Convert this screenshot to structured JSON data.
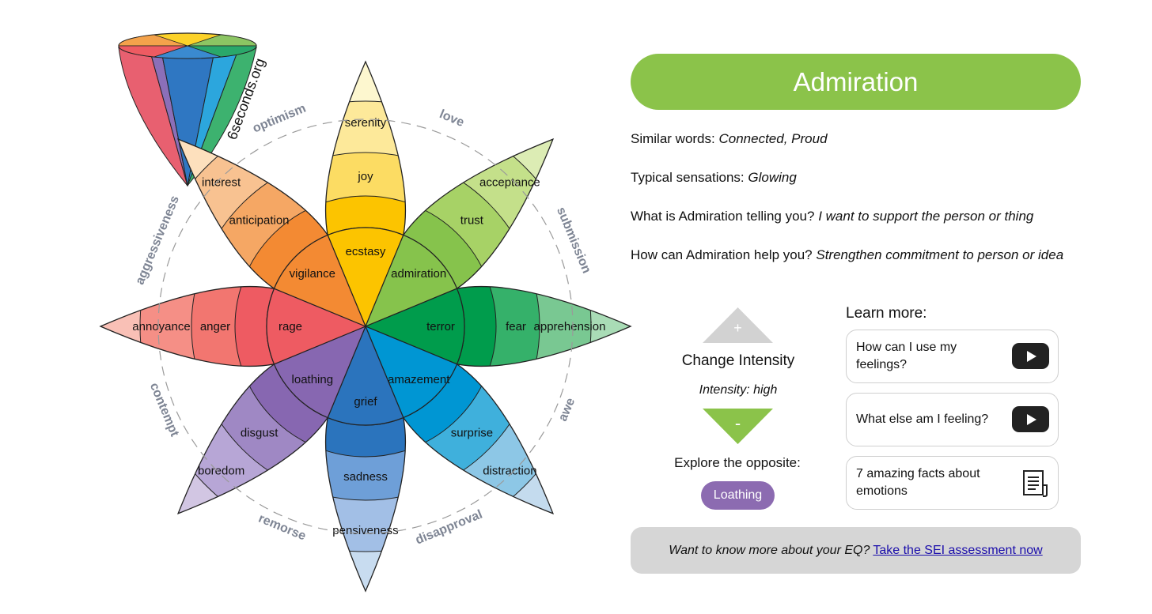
{
  "wheel": {
    "brand": "6seconds.org",
    "petals": [
      {
        "id": "yellow",
        "outer": "serenity",
        "mid": "joy",
        "inner": "ecstasy",
        "colors": [
          "#fdf7cf",
          "#fde99a",
          "#fcdc63",
          "#fcc400"
        ]
      },
      {
        "id": "lightgreen",
        "outer": "acceptance",
        "mid": "trust",
        "inner": "admiration",
        "colors": [
          "#dcecb4",
          "#c4e08a",
          "#a7d266",
          "#86c34c"
        ]
      },
      {
        "id": "green",
        "outer": "apprehension",
        "mid": "fear",
        "inner": "terror",
        "colors": [
          "#a9dcb6",
          "#79c892",
          "#35b16a",
          "#009c4c"
        ]
      },
      {
        "id": "blue",
        "outer": "distraction",
        "mid": "surprise",
        "inner": "amazement",
        "colors": [
          "#c4dbee",
          "#8dc7e6",
          "#3fb0dc",
          "#0096d3"
        ]
      },
      {
        "id": "darkblue",
        "outer": "pensiveness",
        "mid": "sadness",
        "inner": "grief",
        "colors": [
          "#c8dcf0",
          "#a2bfe6",
          "#6e9fd8",
          "#2b74bd"
        ]
      },
      {
        "id": "purple",
        "outer": "boredom",
        "mid": "disgust",
        "inner": "loathing",
        "colors": [
          "#d2c6e3",
          "#b7a6d6",
          "#9f88c4",
          "#8767b1"
        ]
      },
      {
        "id": "red",
        "outer": "annoyance",
        "mid": "anger",
        "inner": "rage",
        "colors": [
          "#f9c0b6",
          "#f58f86",
          "#f27670",
          "#ee5b62"
        ]
      },
      {
        "id": "orange",
        "outer": "interest",
        "mid": "anticipation",
        "inner": "vigilance",
        "colors": [
          "#fde0bd",
          "#f8c291",
          "#f5a764",
          "#f38a33"
        ]
      }
    ],
    "dyads": [
      "love",
      "submission",
      "awe",
      "disapproval",
      "remorse",
      "contempt",
      "aggressiveness",
      "optimism"
    ]
  },
  "panel": {
    "title": "Admiration",
    "similar_label": "Similar words:",
    "similar_value": "Connected, Proud",
    "sensations_label": "Typical sensations:",
    "sensations_value": "Glowing",
    "telling_label": "What is Admiration telling you?",
    "telling_value": "I want to support the person or thing",
    "help_label": "How can Admiration help you?",
    "help_value": "Strengthen commitment to person or idea",
    "change_intensity": "Change Intensity",
    "intensity_level": "Intensity: high",
    "explore_opposite": "Explore the opposite:",
    "opposite": "Loathing",
    "learn_more": "Learn more:",
    "learn_items": [
      "How can I use my feelings?",
      "What else am I feeling?",
      "7 amazing facts about emotions"
    ],
    "sei_question": "Want to know more about your EQ?",
    "sei_link": "Take the SEI assessment now"
  },
  "colors": {
    "accent_green": "#8bc34a",
    "triangle_gray": "#d2d2d2",
    "opposite_purple": "#8c6bb1"
  }
}
